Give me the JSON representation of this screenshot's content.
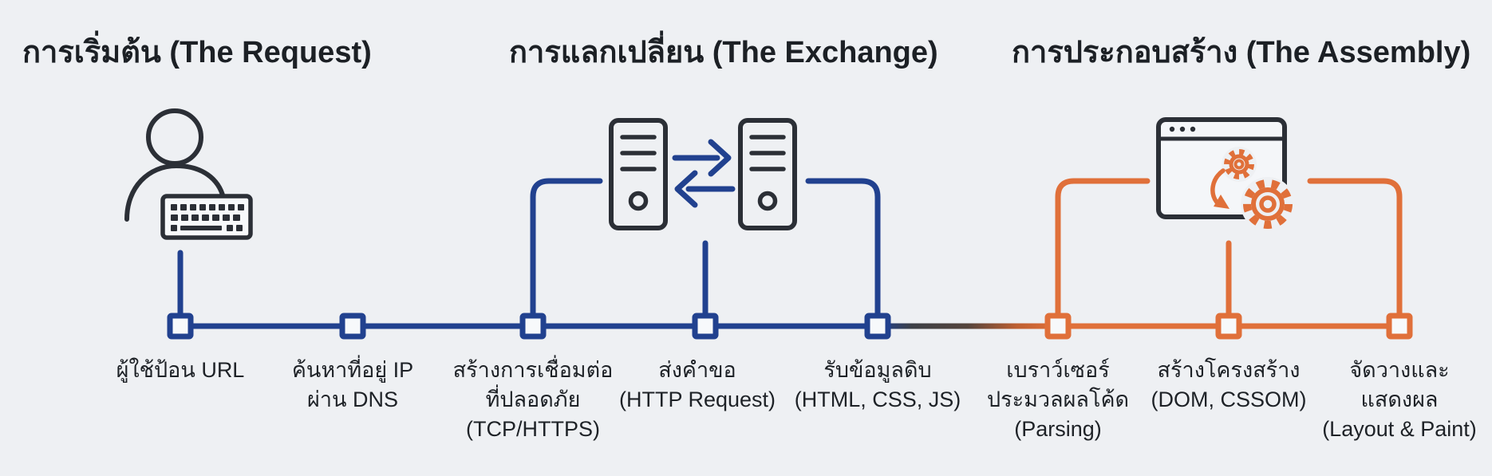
{
  "diagram_title": "Browser page load timeline",
  "phases": [
    {
      "id": "request",
      "title": "การเริ่มต้น (The Request)",
      "color": "#21418F"
    },
    {
      "id": "exchange",
      "title": "การแลกเปลี่ยน (The Exchange)",
      "color": "#21418F"
    },
    {
      "id": "assembly",
      "title": "การประกอบสร้าง (The Assembly)",
      "color": "#E0703A"
    }
  ],
  "steps": [
    {
      "label": "ผู้ใช้ป้อน URL",
      "phase": "request"
    },
    {
      "label": "ค้นหาที่อยู่ IP\nผ่าน DNS",
      "phase": "request"
    },
    {
      "label": "สร้างการเชื่อมต่อ\nที่ปลอดภัย\n(TCP/HTTPS)",
      "phase": "exchange"
    },
    {
      "label": "ส่งคำขอ\n(HTTP Request)",
      "phase": "exchange"
    },
    {
      "label": "รับข้อมูลดิบ\n(HTML, CSS, JS)",
      "phase": "exchange"
    },
    {
      "label": "เบราว์เซอร์\nประมวลผลโค้ด\n(Parsing)",
      "phase": "assembly"
    },
    {
      "label": "สร้างโครงสร้าง\n(DOM, CSSOM)",
      "phase": "assembly"
    },
    {
      "label": "จัดวางและ\nแสดงผล\n(Layout & Paint)",
      "phase": "assembly"
    }
  ],
  "icons": {
    "request": "user-with-keyboard-icon",
    "exchange": "two-servers-exchange-arrows-icon",
    "assembly": "browser-window-gears-icon"
  },
  "colors": {
    "timeline_blue": "#21418F",
    "timeline_orange": "#E0703A",
    "icon_outline": "#2B2F36",
    "text": "#1C2025",
    "background": "#EEF0F3",
    "node_fill": "#F7F9FB"
  }
}
